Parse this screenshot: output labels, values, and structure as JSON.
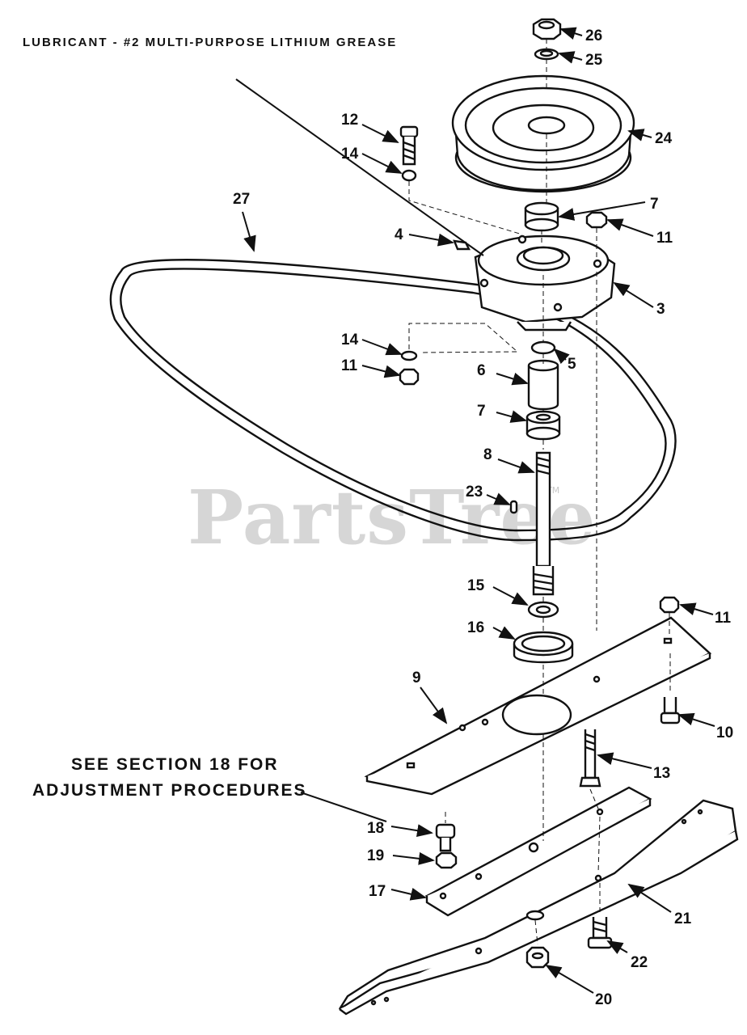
{
  "notes": {
    "lubricant": "LUBRICANT - #2 MULTI-PURPOSE LITHIUM GREASE",
    "see_section_line1": "SEE SECTION 18 FOR",
    "see_section_line2": "ADJUSTMENT PROCEDURES"
  },
  "watermark": {
    "text": "PartsTree",
    "tm": "TM"
  },
  "callouts": {
    "c3": "3",
    "c4": "4",
    "c5": "5",
    "c6": "6",
    "c7a": "7",
    "c7b": "7",
    "c8": "8",
    "c9": "9",
    "c10": "10",
    "c11a": "11",
    "c11b": "11",
    "c11c": "11",
    "c12": "12",
    "c13": "13",
    "c14a": "14",
    "c14b": "14",
    "c15": "15",
    "c16": "16",
    "c17": "17",
    "c18": "18",
    "c19": "19",
    "c20": "20",
    "c21": "21",
    "c22": "22",
    "c23": "23",
    "c24": "24",
    "c25": "25",
    "c26": "26",
    "c27": "27"
  }
}
